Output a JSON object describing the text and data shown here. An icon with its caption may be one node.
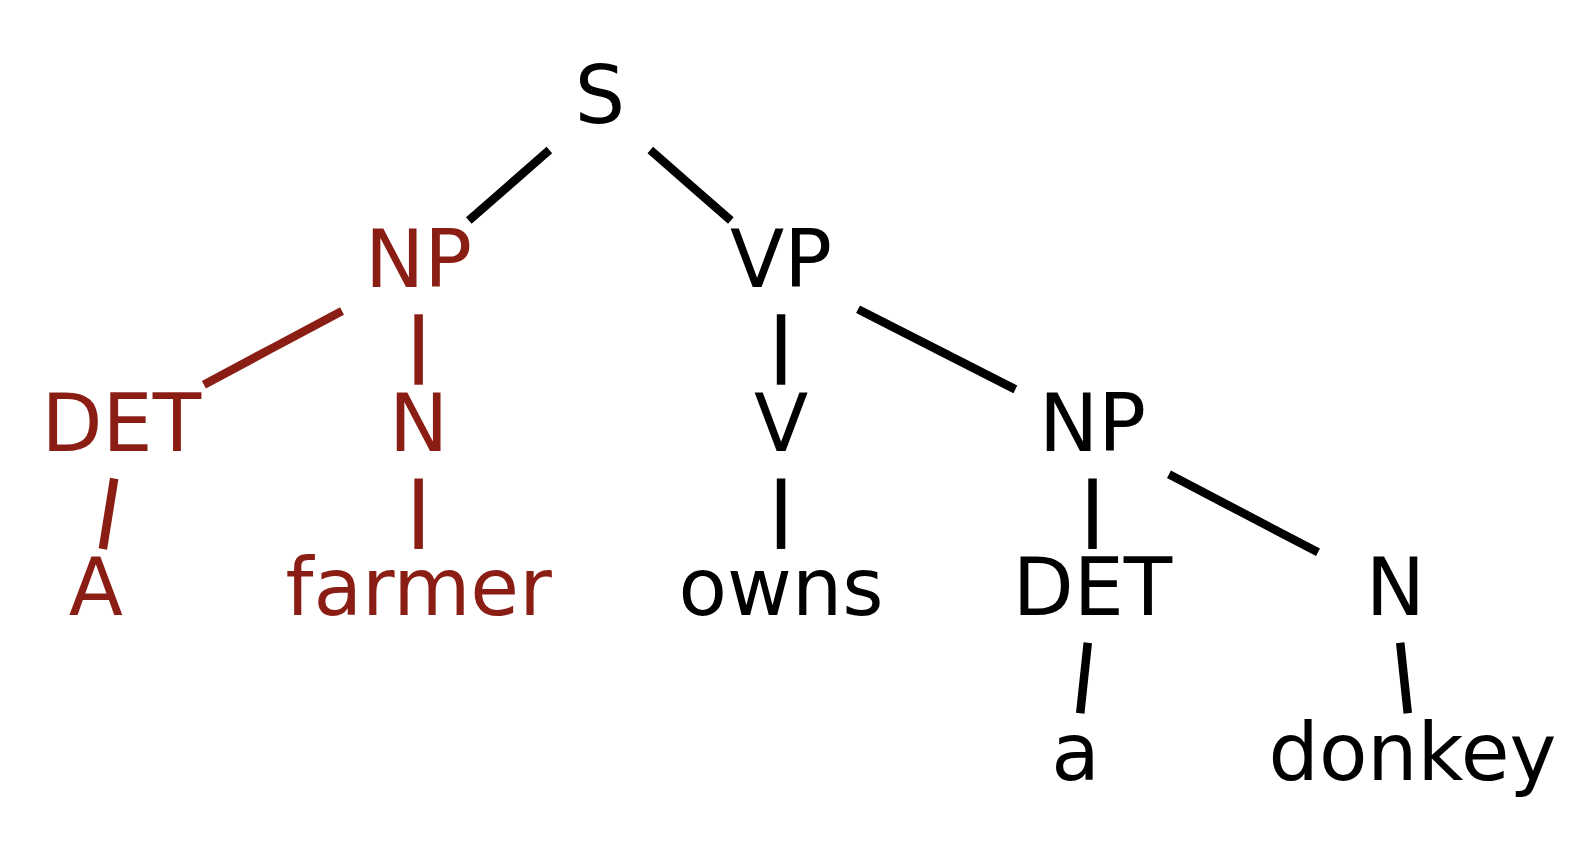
{
  "diagram": {
    "nodes": [
      {
        "text": [
          "S"
        ]
      },
      {
        "text": [
          "NP"
        ]
      },
      {
        "text": [
          "VP"
        ]
      },
      {
        "text": [
          "DET"
        ]
      },
      {
        "text": [
          "N"
        ]
      },
      {
        "text": [
          "V"
        ]
      },
      {
        "text": [
          "NP"
        ]
      },
      {
        "text": [
          "A"
        ]
      },
      {
        "text": [
          "farmer"
        ]
      },
      {
        "text": [
          "owns"
        ]
      },
      {
        "text": [
          "DET"
        ]
      },
      {
        "text": [
          "N"
        ]
      },
      {
        "text": [
          "a"
        ]
      },
      {
        "text": [
          "donkey"
        ]
      }
    ],
    "edges": [
      {
        "from": 0,
        "to": 1,
        "arrow": "none"
      },
      {
        "from": 0,
        "to": 2,
        "arrow": "none"
      },
      {
        "from": 1,
        "to": 3,
        "arrow": "none",
        "color": "#8b1e14"
      },
      {
        "from": 1,
        "to": 4,
        "arrow": "none",
        "color": "#8b1e14"
      },
      {
        "from": 2,
        "to": 5,
        "arrow": "none"
      },
      {
        "from": 2,
        "to": 6,
        "arrow": "none"
      },
      {
        "from": 3,
        "to": 7,
        "arrow": "none",
        "color": "#8b1e14"
      },
      {
        "from": 4,
        "to": 8,
        "arrow": "none",
        "color": "#8b1e14"
      },
      {
        "from": 5,
        "to": 9,
        "arrow": "none"
      },
      {
        "from": 6,
        "to": 10,
        "arrow": "none"
      },
      {
        "from": 6,
        "to": 11,
        "arrow": "none"
      },
      {
        "from": 10,
        "to": 12,
        "arrow": "none"
      },
      {
        "from": 11,
        "to": 13,
        "arrow": "none"
      }
    ]
  }
}
